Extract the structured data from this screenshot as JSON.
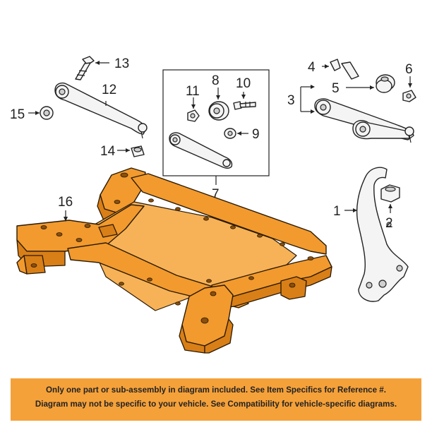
{
  "callouts": {
    "c1": "1",
    "c2": "2",
    "c3": "3",
    "c4": "4",
    "c5": "5",
    "c6": "6",
    "c7": "7",
    "c8": "8",
    "c9": "9",
    "c10": "10",
    "c11": "11",
    "c12": "12",
    "c13": "13",
    "c14": "14",
    "c15": "15",
    "c16": "16"
  },
  "notice": {
    "line1": "Only one part or sub-assembly in diagram included. See Item Specifics for Reference #.",
    "line2": "Diagram may not be specific to your vehicle. See Compatibility for vehicle-specific diagrams."
  },
  "colors": {
    "highlight_part": "#f29a2e",
    "notice_background": "#f5a13a"
  }
}
